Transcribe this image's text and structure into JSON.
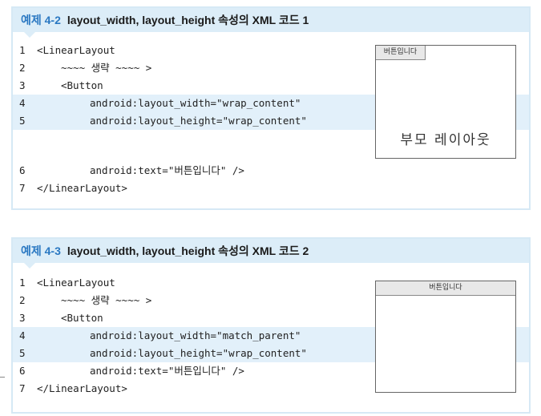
{
  "example1": {
    "number": "예제 4-2",
    "title": "layout_width, layout_height 속성의 XML 코드 1",
    "lines": [
      {
        "n": "1",
        "text": "<LinearLayout"
      },
      {
        "n": "2",
        "text": "~~~~ 생략 ~~~~ >"
      },
      {
        "n": "3",
        "text": "<Button"
      },
      {
        "n": "4",
        "text": "android:layout_width=\"wrap_content\""
      },
      {
        "n": "5",
        "text": "android:layout_height=\"wrap_content\""
      },
      {
        "n": "6",
        "text": "android:text=\"버튼입니다\" />"
      },
      {
        "n": "7",
        "text": "</LinearLayout>"
      }
    ],
    "preview_button": "버튼입니다",
    "preview_parent": "부모 레이아웃"
  },
  "example2": {
    "number": "예제 4-3",
    "title": "layout_width, layout_height 속성의 XML 코드 2",
    "lines": [
      {
        "n": "1",
        "text": "<LinearLayout"
      },
      {
        "n": "2",
        "text": "~~~~ 생략 ~~~~ >"
      },
      {
        "n": "3",
        "text": "<Button"
      },
      {
        "n": "4",
        "text": "android:layout_width=\"match_parent\""
      },
      {
        "n": "5",
        "text": "android:layout_height=\"wrap_content\""
      },
      {
        "n": "6",
        "text": "android:text=\"버튼입니다\" />"
      },
      {
        "n": "7",
        "text": "</LinearLayout>"
      }
    ],
    "preview_button": "버튼입니다"
  },
  "colors": {
    "header_bg": "#dcedf8",
    "highlight_bg": "#e2f0fa",
    "example_number": "#2a78c2"
  }
}
